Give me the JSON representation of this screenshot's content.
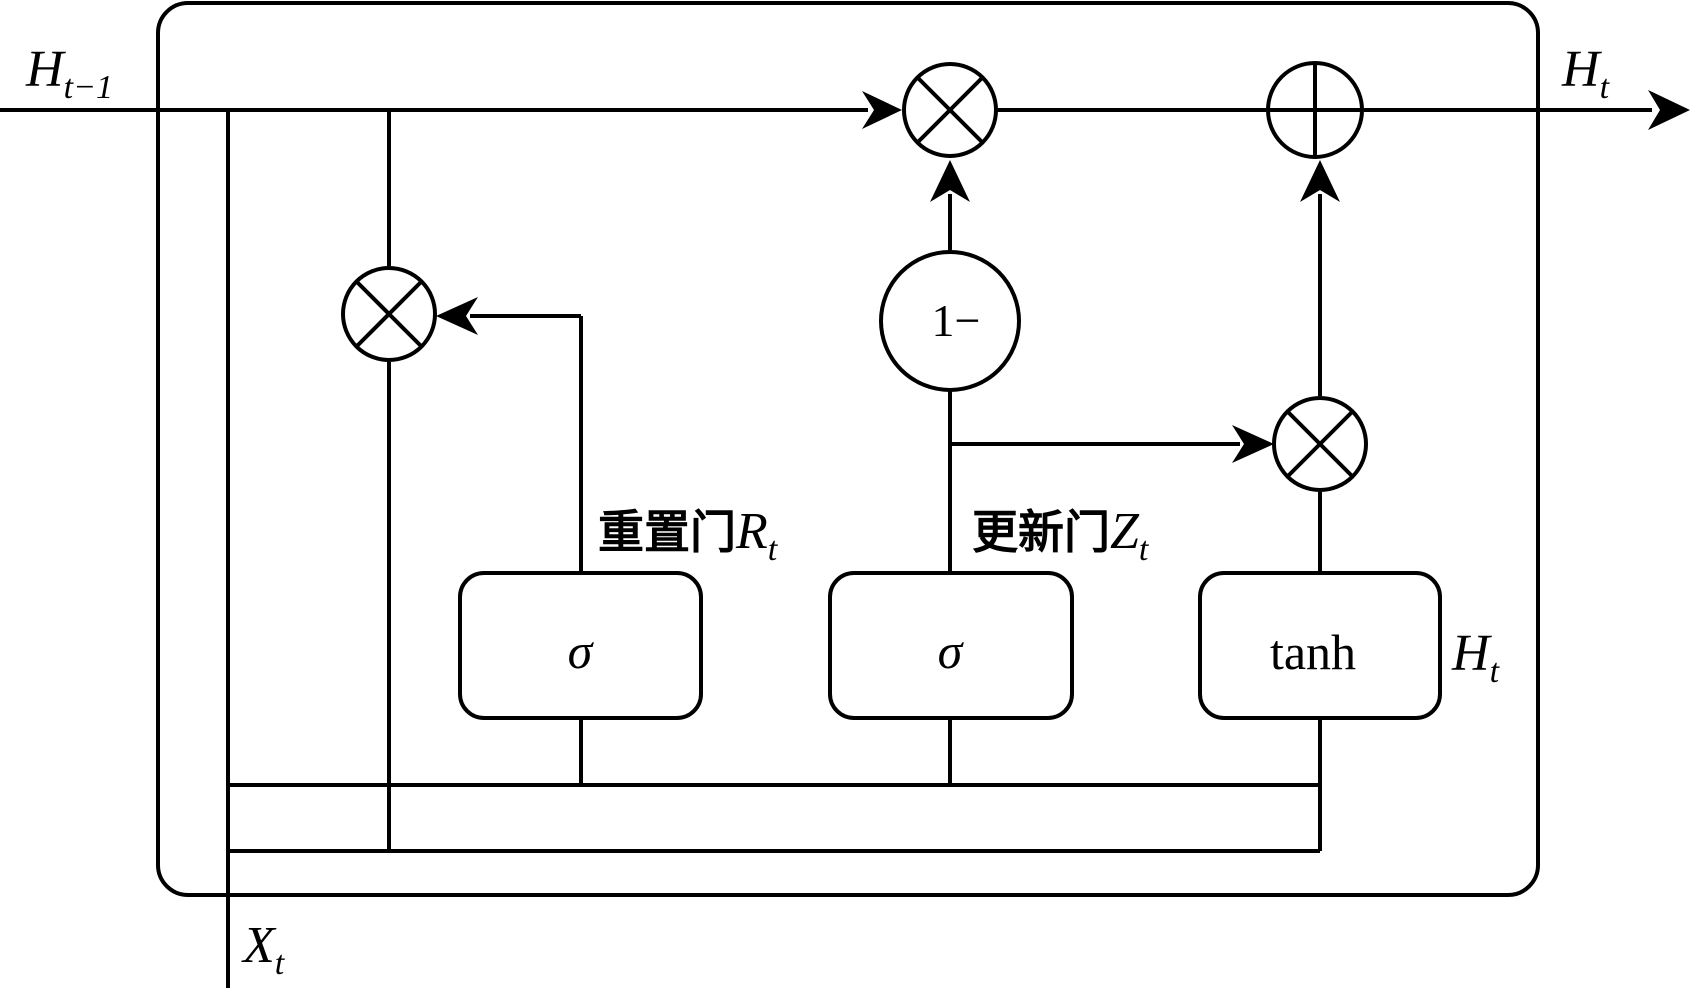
{
  "inputs": {
    "h_prev": {
      "main": "H",
      "sub": "t−1"
    },
    "x": {
      "main": "X",
      "sub": "t"
    }
  },
  "output": {
    "main": "H",
    "sub": "t"
  },
  "reset_gate": {
    "label": "重置门",
    "var": "R",
    "sub": "t",
    "func": "σ"
  },
  "update_gate": {
    "label": "更新门",
    "var": "Z",
    "sub": "t",
    "func": "σ"
  },
  "candidate": {
    "func": "tanh",
    "var": "H",
    "sub": "t"
  },
  "one_minus": "1−"
}
